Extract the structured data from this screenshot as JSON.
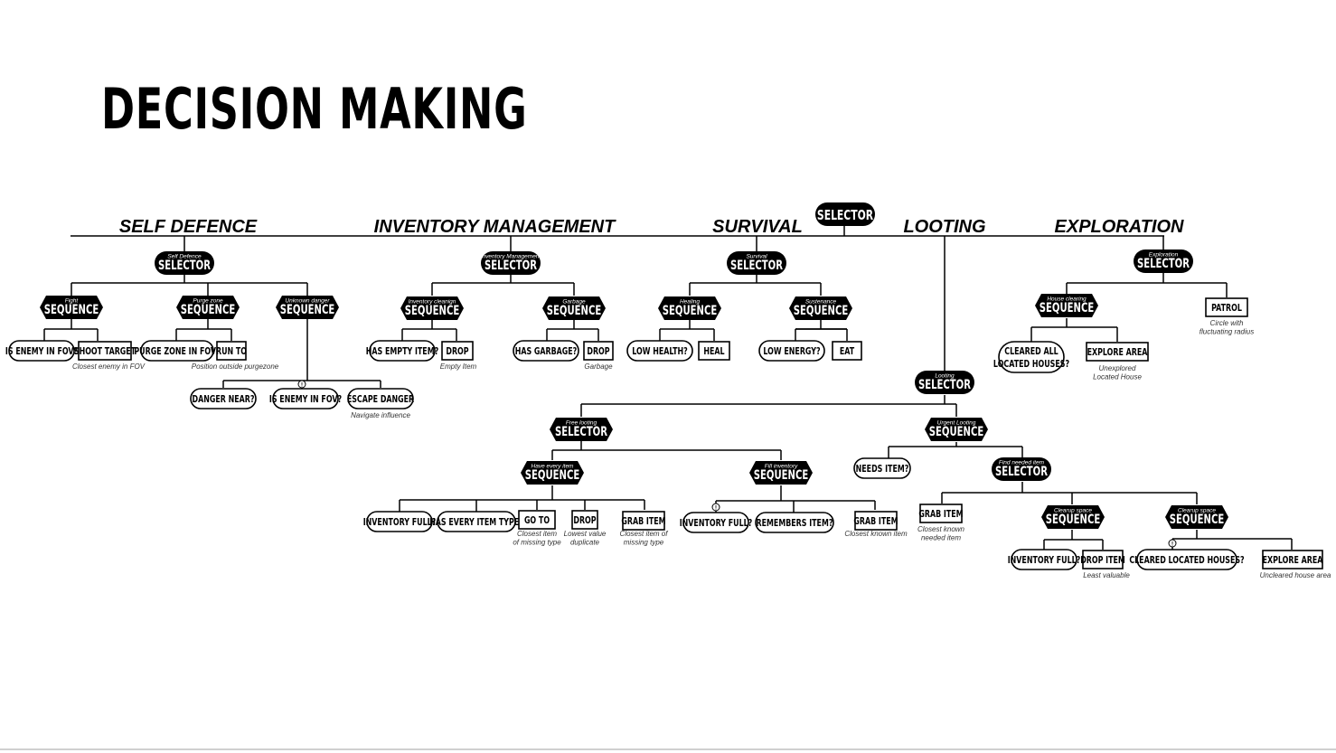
{
  "title": "DECISION MAKING",
  "colors": {
    "ink": "#000000",
    "fill_dark": "#000000",
    "text_light": "#ffffff",
    "rule": "#d0d0d0"
  },
  "root": {
    "type": "SELECTOR"
  },
  "categories": [
    "SELF DEFENCE",
    "INVENTORY MANAGEMENT",
    "SURVIVAL",
    "LOOTING",
    "EXPLORATION"
  ],
  "nodes": [
    {
      "id": "sd_sel",
      "shape": "pill",
      "type": "SELECTOR",
      "caption": "Self Defence"
    },
    {
      "id": "sd_fight",
      "shape": "hex",
      "type": "SEQUENCE",
      "caption": "Fight"
    },
    {
      "id": "sd_purge",
      "shape": "hex",
      "type": "SEQUENCE",
      "caption": "Purge zone"
    },
    {
      "id": "sd_unknown",
      "shape": "hex",
      "type": "SEQUENCE",
      "caption": "Unknown danger"
    },
    {
      "id": "c_enemy_fov",
      "shape": "cond",
      "label": "IS ENEMY IN FOV?"
    },
    {
      "id": "a_shoot",
      "shape": "act",
      "label": "SHOOT TARGET",
      "note": [
        "Closest enemy in FOV"
      ]
    },
    {
      "id": "c_purge_fov",
      "shape": "cond",
      "label": "PURGE ZONE IN FOV?"
    },
    {
      "id": "a_runto",
      "shape": "act",
      "label": "RUN TO",
      "note": [
        "Position outside purgezone"
      ]
    },
    {
      "id": "c_danger_near",
      "shape": "cond",
      "label": "DANGER NEAR?"
    },
    {
      "id": "c_enemy_fov2",
      "shape": "cond",
      "label": "IS ENEMY IN FOV?"
    },
    {
      "id": "c_escape",
      "shape": "cond",
      "label": "ESCAPE DANGER",
      "note": [
        "Navigate influence"
      ]
    },
    {
      "id": "im_sel",
      "shape": "pill",
      "type": "SELECTOR",
      "caption": "Inventory Management"
    },
    {
      "id": "im_clean",
      "shape": "hex",
      "type": "SEQUENCE",
      "caption": "Inventory cleanign"
    },
    {
      "id": "im_garb",
      "shape": "hex",
      "type": "SEQUENCE",
      "caption": "Garbage"
    },
    {
      "id": "c_has_empty",
      "shape": "cond",
      "label": "HAS EMPTY ITEM?"
    },
    {
      "id": "a_drop1",
      "shape": "act",
      "label": "DROP",
      "note": [
        "Empty Item"
      ]
    },
    {
      "id": "c_has_garb",
      "shape": "cond",
      "label": "HAS GARBAGE?"
    },
    {
      "id": "a_drop2",
      "shape": "act",
      "label": "DROP",
      "note": [
        "Garbage"
      ]
    },
    {
      "id": "sv_sel",
      "shape": "pill",
      "type": "SELECTOR",
      "caption": "Survival"
    },
    {
      "id": "sv_heal",
      "shape": "hex",
      "type": "SEQUENCE",
      "caption": "Healing"
    },
    {
      "id": "sv_sust",
      "shape": "hex",
      "type": "SEQUENCE",
      "caption": "Sustenance"
    },
    {
      "id": "c_low_health",
      "shape": "cond",
      "label": "LOW HEALTH?"
    },
    {
      "id": "a_heal",
      "shape": "act",
      "label": "HEAL"
    },
    {
      "id": "c_low_energy",
      "shape": "cond",
      "label": "LOW ENERGY?"
    },
    {
      "id": "a_eat",
      "shape": "act",
      "label": "EAT"
    },
    {
      "id": "ex_sel",
      "shape": "pill",
      "type": "SELECTOR",
      "caption": "Exploration"
    },
    {
      "id": "ex_house",
      "shape": "hex",
      "type": "SEQUENCE",
      "caption": "House clearing"
    },
    {
      "id": "a_patrol",
      "shape": "act",
      "label": "PATROL",
      "note": [
        "Circle with",
        "fluctuating radius"
      ]
    },
    {
      "id": "c_cleared_all",
      "shape": "cond",
      "label": "CLEARED ALL",
      "label2": "LOCATED HOUSES?"
    },
    {
      "id": "a_explore1",
      "shape": "act",
      "label": "EXPLORE AREA",
      "note": [
        "Unexplored",
        "Located House"
      ]
    },
    {
      "id": "lt_sel",
      "shape": "pill",
      "type": "SELECTOR",
      "caption": "Looting"
    },
    {
      "id": "lt_free",
      "shape": "hex",
      "type": "SELECTOR",
      "caption": "Free looting"
    },
    {
      "id": "lt_urgent",
      "shape": "hex",
      "type": "SEQUENCE",
      "caption": "Urgent Looting"
    },
    {
      "id": "lt_have",
      "shape": "hex",
      "type": "SEQUENCE",
      "caption": "Have every item"
    },
    {
      "id": "lt_fill",
      "shape": "hex",
      "type": "SEQUENCE",
      "caption": "Fill inventory"
    },
    {
      "id": "c_inv_full1",
      "shape": "cond",
      "label": "INVENTORY FULL?"
    },
    {
      "id": "c_has_every",
      "shape": "cond",
      "label": "HAS EVERY ITEM TYPE?"
    },
    {
      "id": "a_goto",
      "shape": "act",
      "label": "GO TO",
      "note": [
        "Closest item",
        "of missing type"
      ]
    },
    {
      "id": "a_drop3",
      "shape": "act",
      "label": "DROP",
      "note": [
        "Lowest value",
        "duplicate"
      ]
    },
    {
      "id": "a_grab1",
      "shape": "act",
      "label": "GRAB ITEM",
      "note": [
        "Closest item of",
        "missing type"
      ]
    },
    {
      "id": "c_inv_full2",
      "shape": "cond",
      "label": "INVENTORY FULL?"
    },
    {
      "id": "c_remembers",
      "shape": "cond",
      "label": "REMEMBERS ITEM?"
    },
    {
      "id": "a_grab2",
      "shape": "act",
      "label": "GRAB ITEM",
      "note": [
        "Closest known item"
      ]
    },
    {
      "id": "c_needs",
      "shape": "cond",
      "label": "NEEDS ITEM?"
    },
    {
      "id": "lt_find",
      "shape": "pill",
      "type": "SELECTOR",
      "caption": "Find needed item"
    },
    {
      "id": "a_grab3",
      "shape": "act",
      "label": "GRAB ITEM",
      "note": [
        "Closest known",
        "needed item"
      ]
    },
    {
      "id": "lt_clear1",
      "shape": "hex",
      "type": "SEQUENCE",
      "caption": "Clearup space"
    },
    {
      "id": "lt_clear2",
      "shape": "hex",
      "type": "SEQUENCE",
      "caption": "Clearup space"
    },
    {
      "id": "c_inv_full3",
      "shape": "cond",
      "label": "INVENTORY FULL?"
    },
    {
      "id": "a_drop4",
      "shape": "act",
      "label": "DROP ITEM",
      "note": [
        "Least valuable"
      ]
    },
    {
      "id": "c_cleared_loc",
      "shape": "cond",
      "label": "CLEARED LOCATED HOUSES?"
    },
    {
      "id": "a_explore2",
      "shape": "act",
      "label": "EXPLORE AREA",
      "note": [
        "Uncleared house area"
      ]
    }
  ],
  "inverter_glyph": "!"
}
